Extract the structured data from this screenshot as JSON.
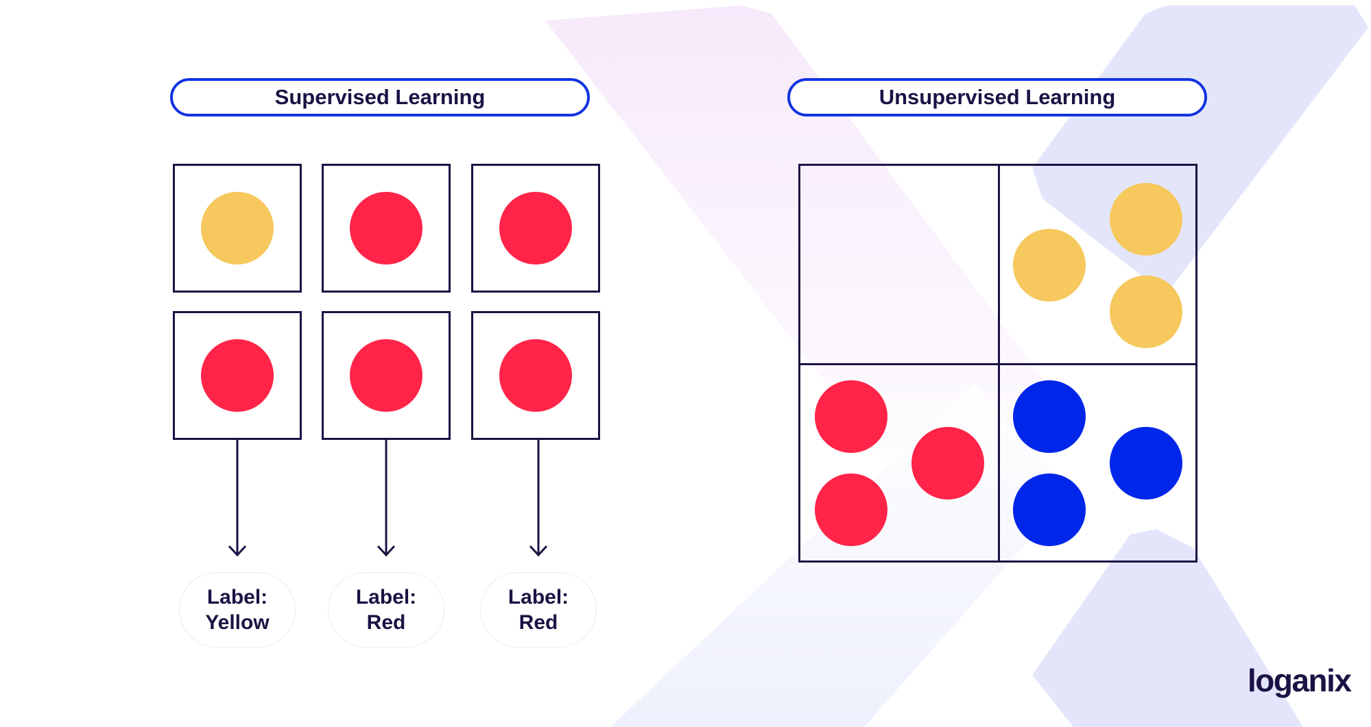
{
  "supervised": {
    "title": "Supervised Learning",
    "cells": [
      {
        "color": "#f6c85d"
      },
      {
        "color": "#ff2448"
      },
      {
        "color": "#ff2448"
      },
      {
        "color": "#ff2448"
      },
      {
        "color": "#ff2448"
      },
      {
        "color": "#ff2448"
      }
    ],
    "labels": [
      {
        "line1": "Label:",
        "line2": "Yellow"
      },
      {
        "line1": "Label:",
        "line2": "Red"
      },
      {
        "line1": "Label:",
        "line2": "Red"
      }
    ]
  },
  "unsupervised": {
    "title": "Unsupervised Learning",
    "clusters": [
      {
        "name": "empty",
        "color": "",
        "count": 0
      },
      {
        "name": "yellow",
        "color": "#f6c85d",
        "count": 3
      },
      {
        "name": "red",
        "color": "#ff2448",
        "count": 3
      },
      {
        "name": "blue",
        "color": "#0026ea",
        "count": 3
      }
    ]
  },
  "colors": {
    "accent": "#1233e0",
    "ink": "#1c1244"
  },
  "brand": {
    "logo": "loganix"
  }
}
